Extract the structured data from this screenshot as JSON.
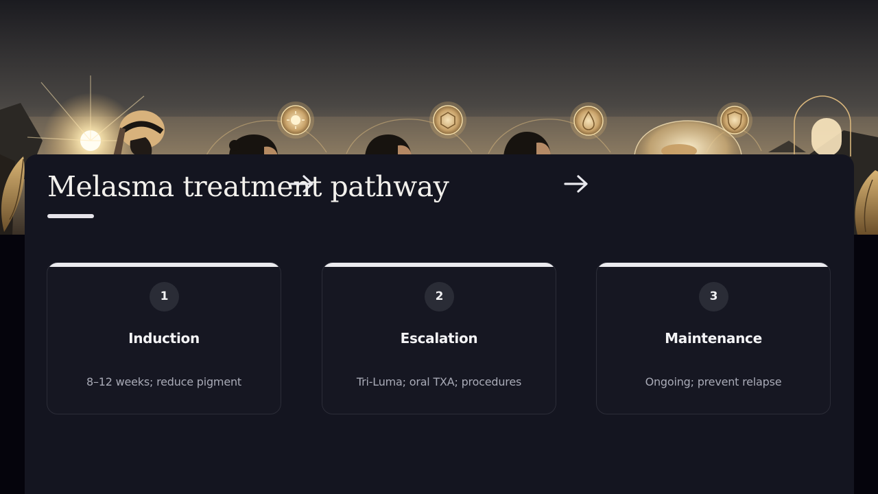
{
  "title": "Melasma treatment pathway",
  "steps": [
    {
      "number": "1",
      "title": "Induction",
      "description": "8–12 weeks; reduce pigment"
    },
    {
      "number": "2",
      "title": "Escalation",
      "description": "Tri-Luma; oral TXA; procedures"
    },
    {
      "number": "3",
      "title": "Maintenance",
      "description": "Ongoing; prevent relapse"
    }
  ],
  "icons": {
    "hero": [
      "sun-icon",
      "molecule-icon",
      "droplet-icon",
      "shield-icon"
    ],
    "connector": "arrow-right-icon"
  },
  "colors": {
    "background": "#05040c",
    "panel": "#141520",
    "card": "#161722",
    "accent_gold": "#e3c38a",
    "text": "#f4f4f6",
    "muted_text": "#a9abb7"
  }
}
